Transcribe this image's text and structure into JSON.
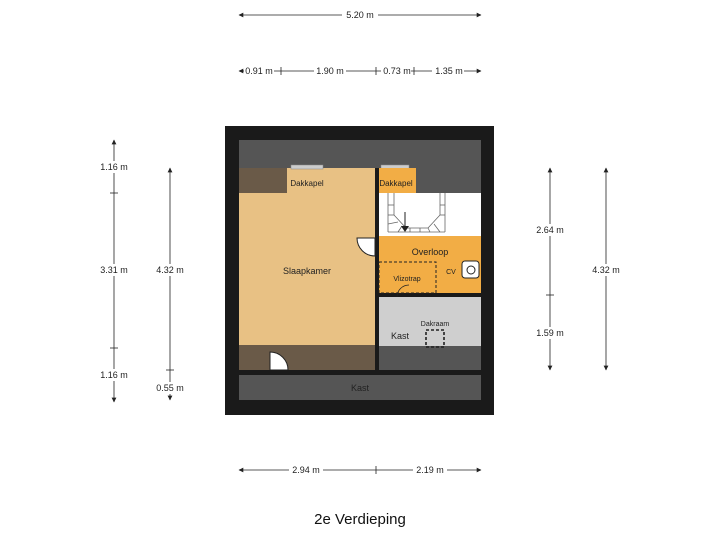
{
  "title": "2e Verdieping",
  "dimensions": {
    "top_total": "5.20 m",
    "top_segments": [
      "0.91 m",
      "1.90 m",
      "0.73 m",
      "1.35 m"
    ],
    "bottom_segments": [
      "2.94 m",
      "2.19 m"
    ],
    "left_segments": [
      "1.16 m",
      "3.31 m",
      "1.16 m"
    ],
    "left_inner": [
      "4.32 m",
      "0.55 m"
    ],
    "right_segments": [
      "2.64 m",
      "1.59 m"
    ],
    "right_total": "4.32 m"
  },
  "rooms": {
    "slaapkamer": "Slaapkamer",
    "dakkapel_left": "Dakkapel",
    "dakkapel_right": "Dakkapel",
    "overloop": "Overloop",
    "vlizotrap": "Vlizotrap",
    "cv": "CV",
    "kast_mid": "Kast",
    "dakraam": "Dakraam",
    "kast_bottom": "Kast"
  },
  "colors": {
    "wall": "#1a1a1a",
    "bedroom": "#e8c184",
    "landing": "#f2ad45",
    "closet": "#cfcfcf",
    "eave": "#555555"
  }
}
